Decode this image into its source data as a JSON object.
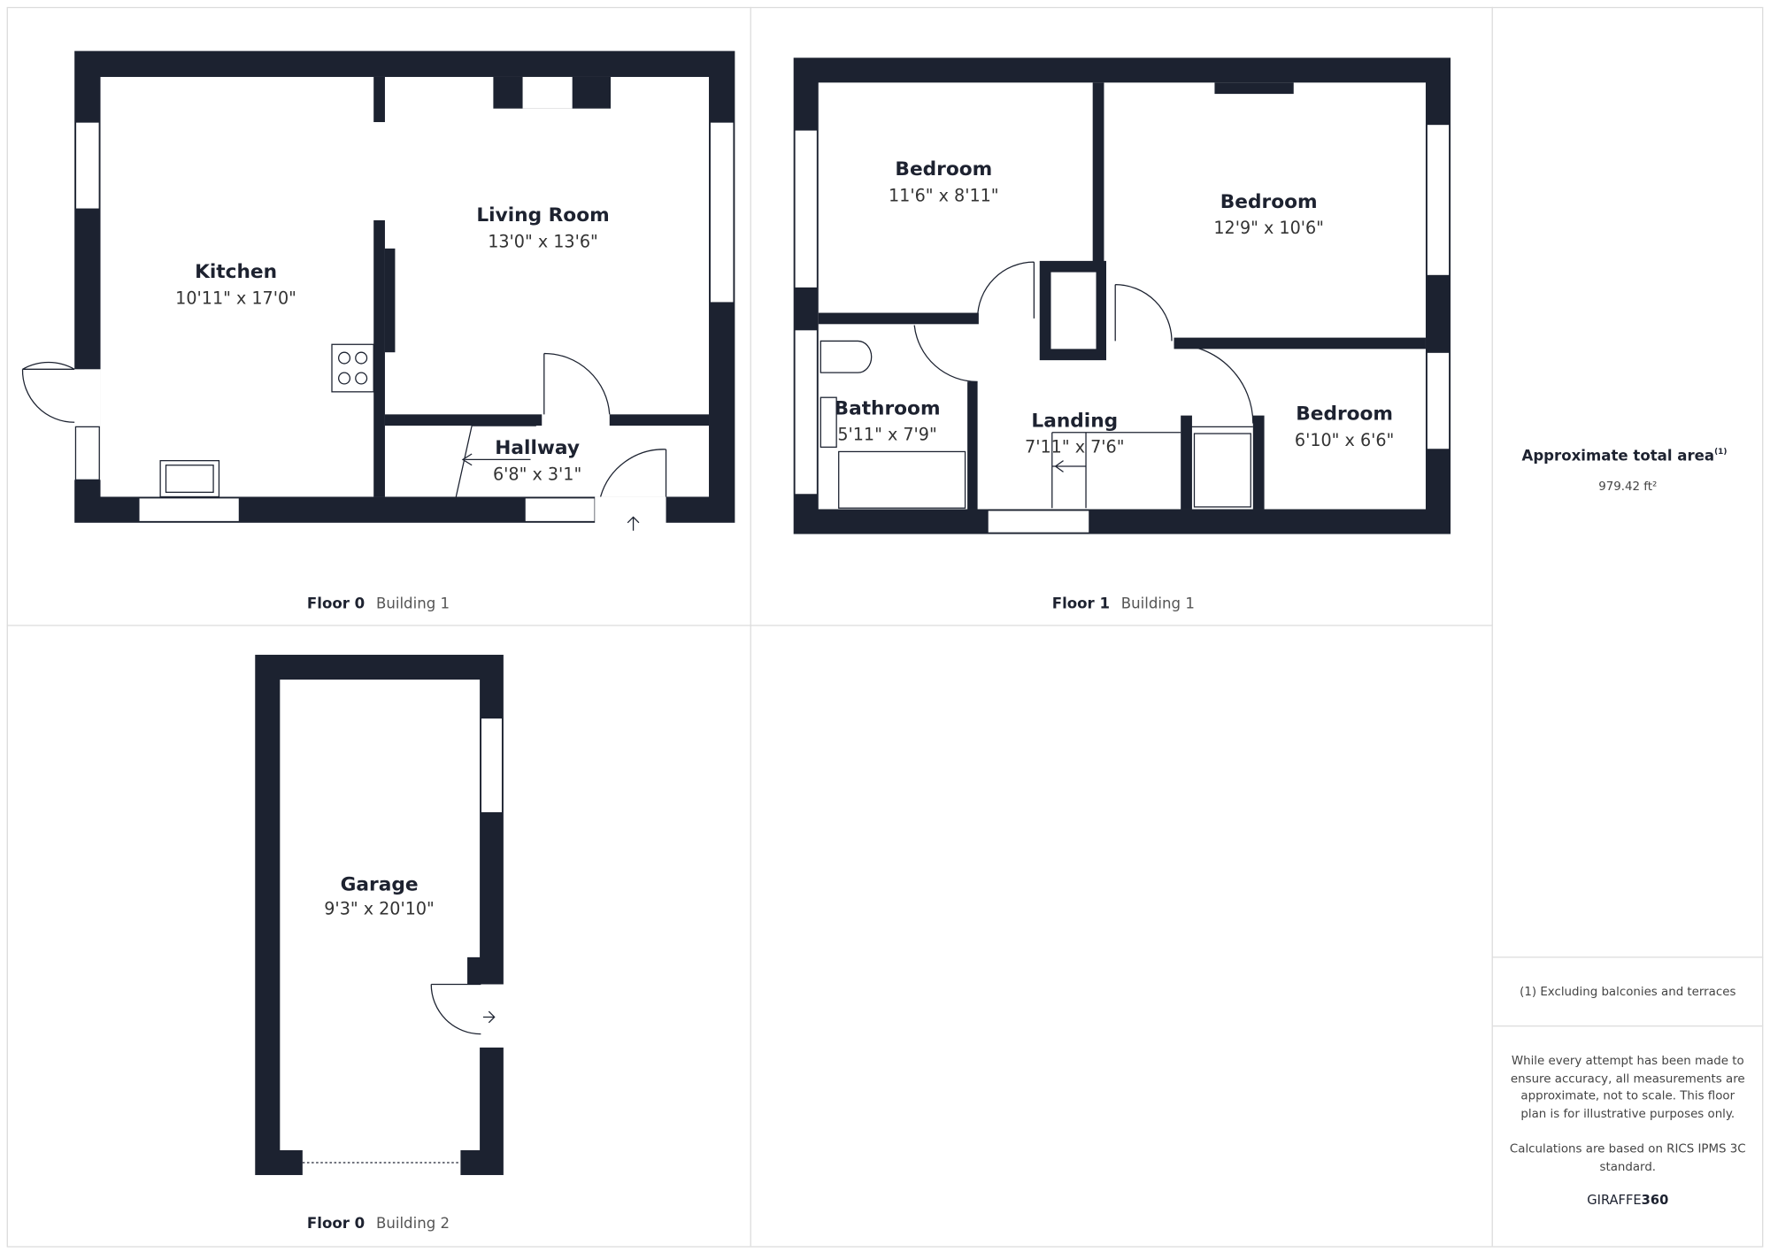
{
  "colors": {
    "wall": "#1c2230",
    "background": "#ffffff"
  },
  "plans": [
    {
      "floor": "Floor 0",
      "building": "Building 1",
      "rooms": [
        {
          "name": "Kitchen",
          "size": "10'11\" x 17'0\""
        },
        {
          "name": "Living Room",
          "size": "13'0\" x 13'6\""
        },
        {
          "name": "Hallway",
          "size": "6'8\" x 3'1\""
        }
      ]
    },
    {
      "floor": "Floor 1",
      "building": "Building 1",
      "rooms": [
        {
          "name": "Bedroom",
          "size": "11'6\" x 8'11\""
        },
        {
          "name": "Bedroom",
          "size": "12'9\" x 10'6\""
        },
        {
          "name": "Bathroom",
          "size": "5'11\" x 7'9\""
        },
        {
          "name": "Landing",
          "size": "7'11\" x 7'6\""
        },
        {
          "name": "Bedroom",
          "size": "6'10\" x 6'6\""
        }
      ]
    },
    {
      "floor": "Floor 0",
      "building": "Building 2",
      "rooms": [
        {
          "name": "Garage",
          "size": "9'3\" x 20'10\""
        }
      ]
    }
  ],
  "summary": {
    "title": "Approximate total area",
    "footnote_mark": "(1)",
    "area": "979.42 ft²",
    "footnote": "(1) Excluding balconies and terraces",
    "disclaimer_lines": [
      "While every attempt has been made to",
      "ensure accuracy, all measurements are",
      "approximate, not to scale. This floor",
      "plan is for illustrative purposes only."
    ],
    "calc_lines": [
      "Calculations are based on RICS IPMS 3C",
      "standard."
    ],
    "logo_a": "GIRAFFE",
    "logo_b": "360"
  }
}
